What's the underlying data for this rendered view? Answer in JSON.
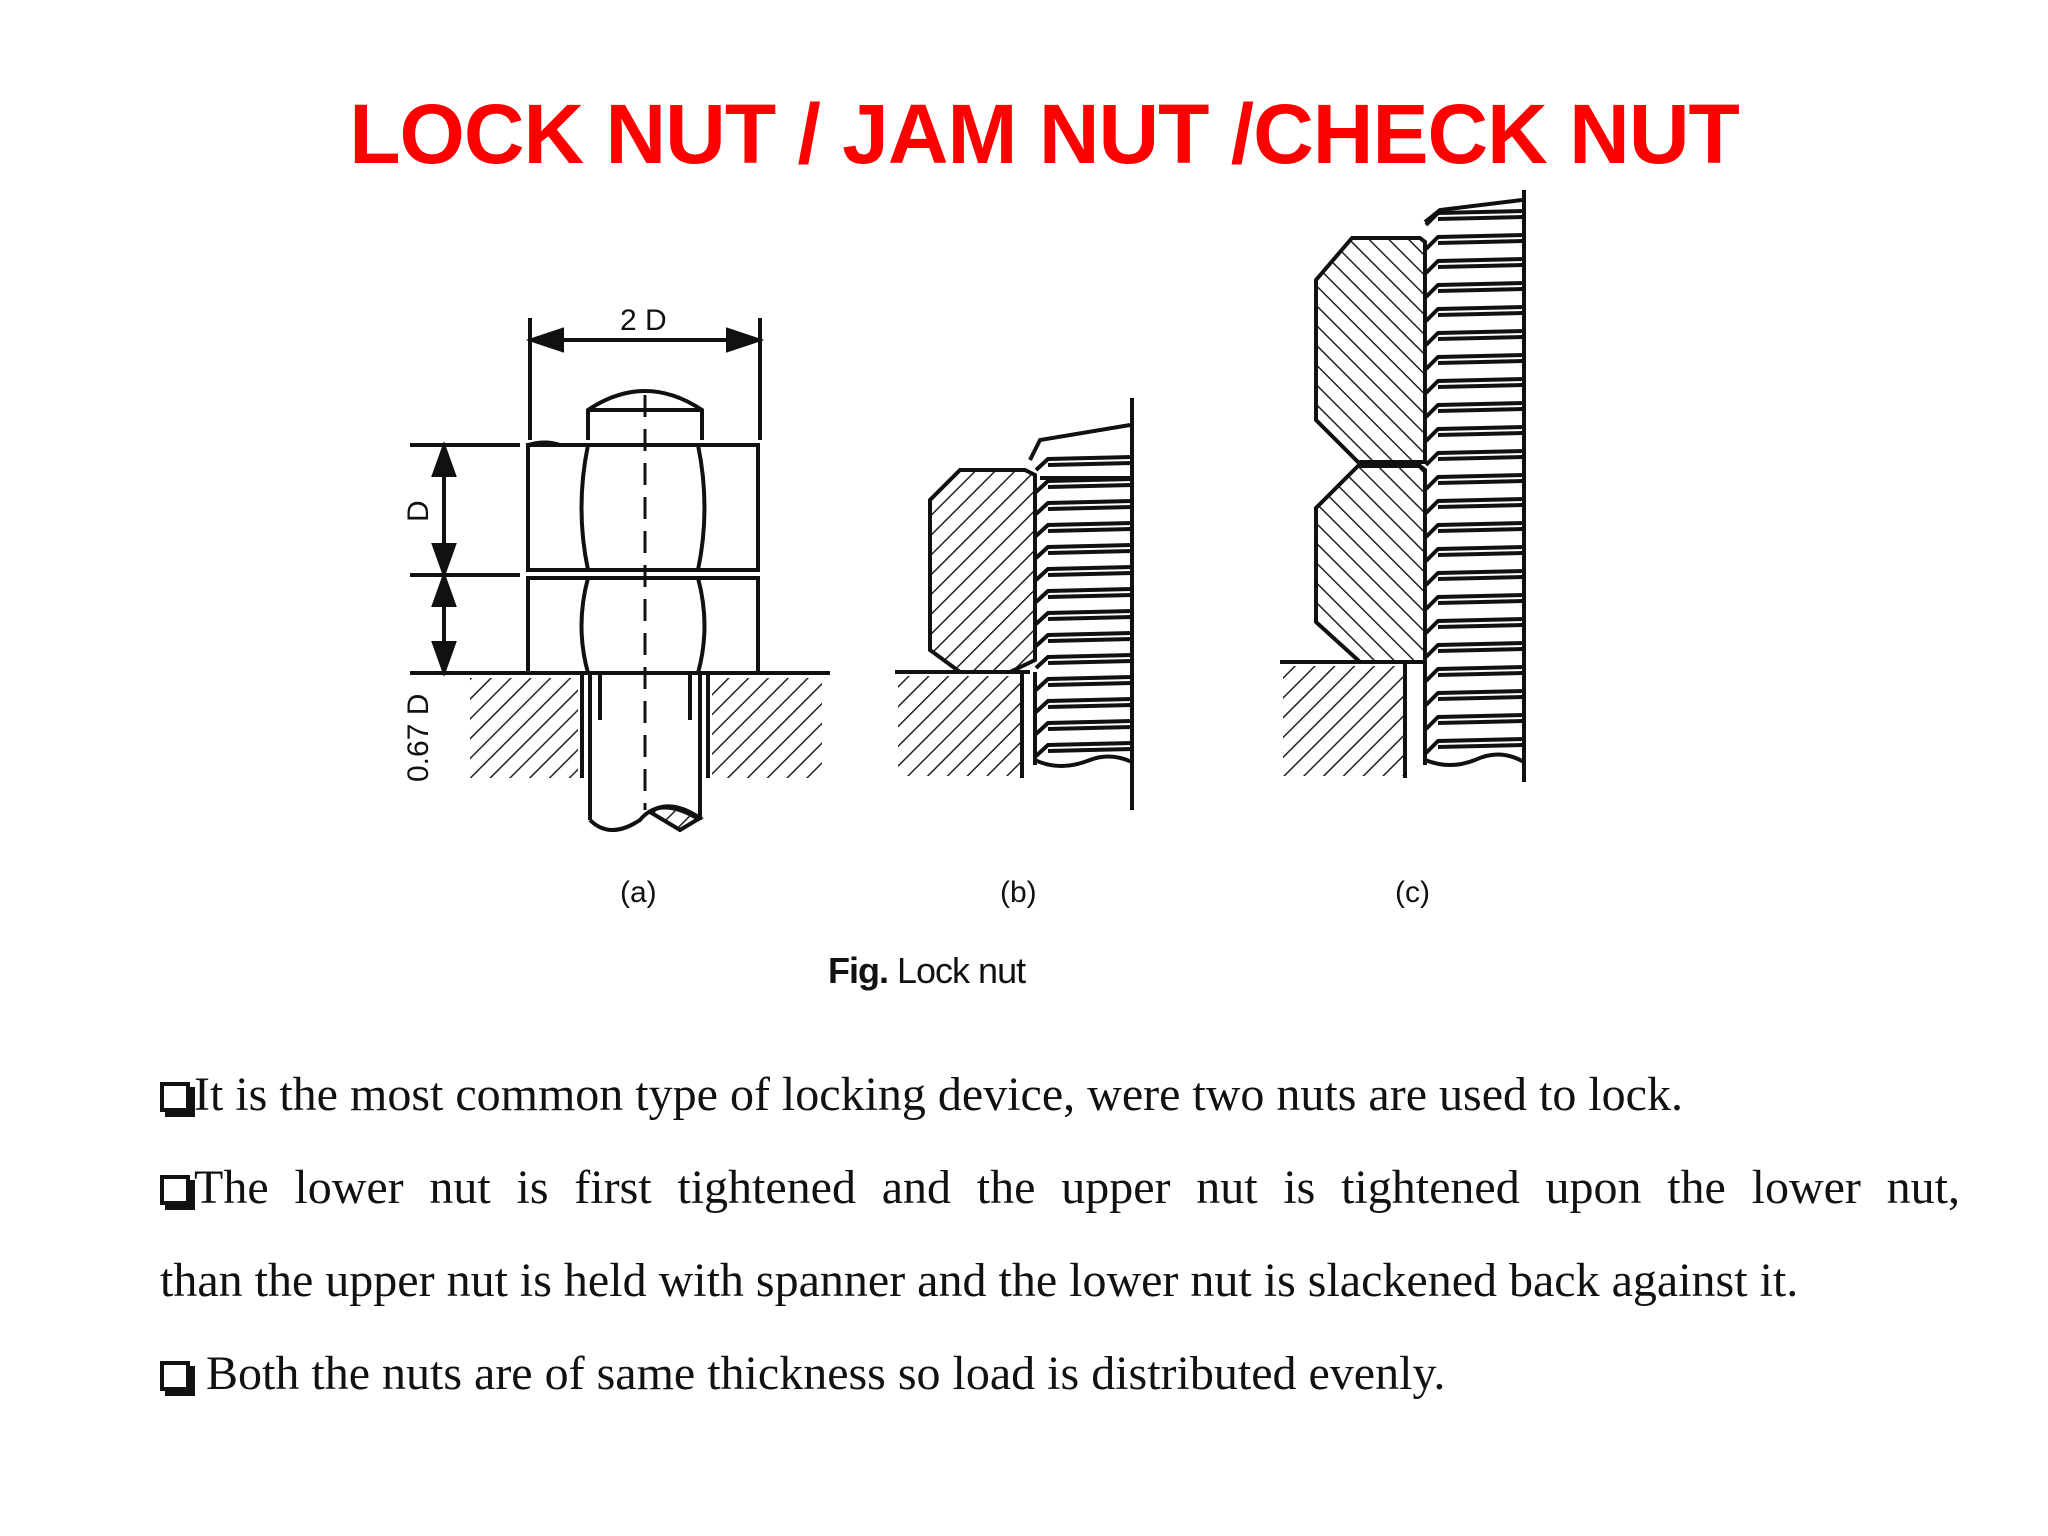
{
  "title": "LOCK NUT / JAM NUT /CHECK NUT",
  "figure": {
    "dim_2d": "2 D",
    "dim_d": "D",
    "dim_067d": "0.67 D",
    "label_a": "(a)",
    "label_b": "(b)",
    "label_c": "(c)",
    "caption_prefix": "Fig.",
    "caption_text": "Lock nut"
  },
  "bullets": {
    "b1": "It is the most common type of locking device, were two nuts are used to lock.",
    "b2_line1": "The lower nut is first tightened and the upper nut is tightened upon the lower nut,",
    "b2_line2": "than the upper nut is held with spanner and the lower nut is slackened back against it.",
    "b3": " Both the nuts are of same thickness so load is distributed evenly."
  },
  "colors": {
    "title": "#ff0000",
    "text": "#111111"
  }
}
